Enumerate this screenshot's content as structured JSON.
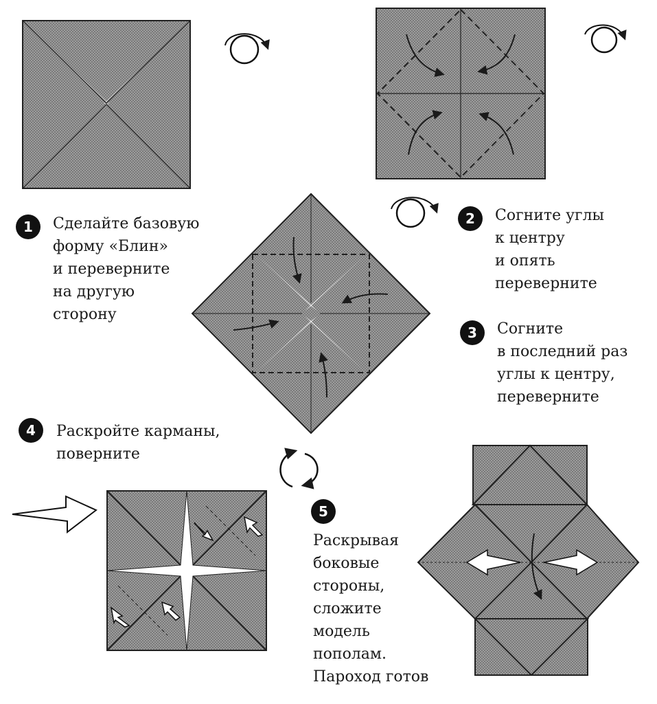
{
  "colors": {
    "paper": "#9c9c9c",
    "line": "#202020",
    "crease": "#ffffff",
    "badge": "#111111"
  },
  "steps": [
    {
      "number": "1",
      "lines": [
        "Сделайте базовую",
        "форму «Блин»",
        "и переверните",
        "на другую",
        "сторону"
      ]
    },
    {
      "number": "2",
      "lines": [
        "Согните углы",
        "к центру",
        "и опять",
        "переверните"
      ]
    },
    {
      "number": "3",
      "lines": [
        "Согните",
        "в последний раз",
        "углы к центру,",
        "переверните"
      ]
    },
    {
      "number": "4",
      "lines": [
        "Раскройте карманы,",
        "поверните"
      ]
    },
    {
      "number": "5",
      "lines": [
        "Раскрывая",
        "боковые",
        "стороны,",
        "сложите",
        "модель",
        "пополам.",
        "Пароход готов"
      ]
    }
  ],
  "icons": [
    "flip-over-icon",
    "rotate-icon",
    "insert-arrow-icon",
    "open-arrow-icon"
  ]
}
